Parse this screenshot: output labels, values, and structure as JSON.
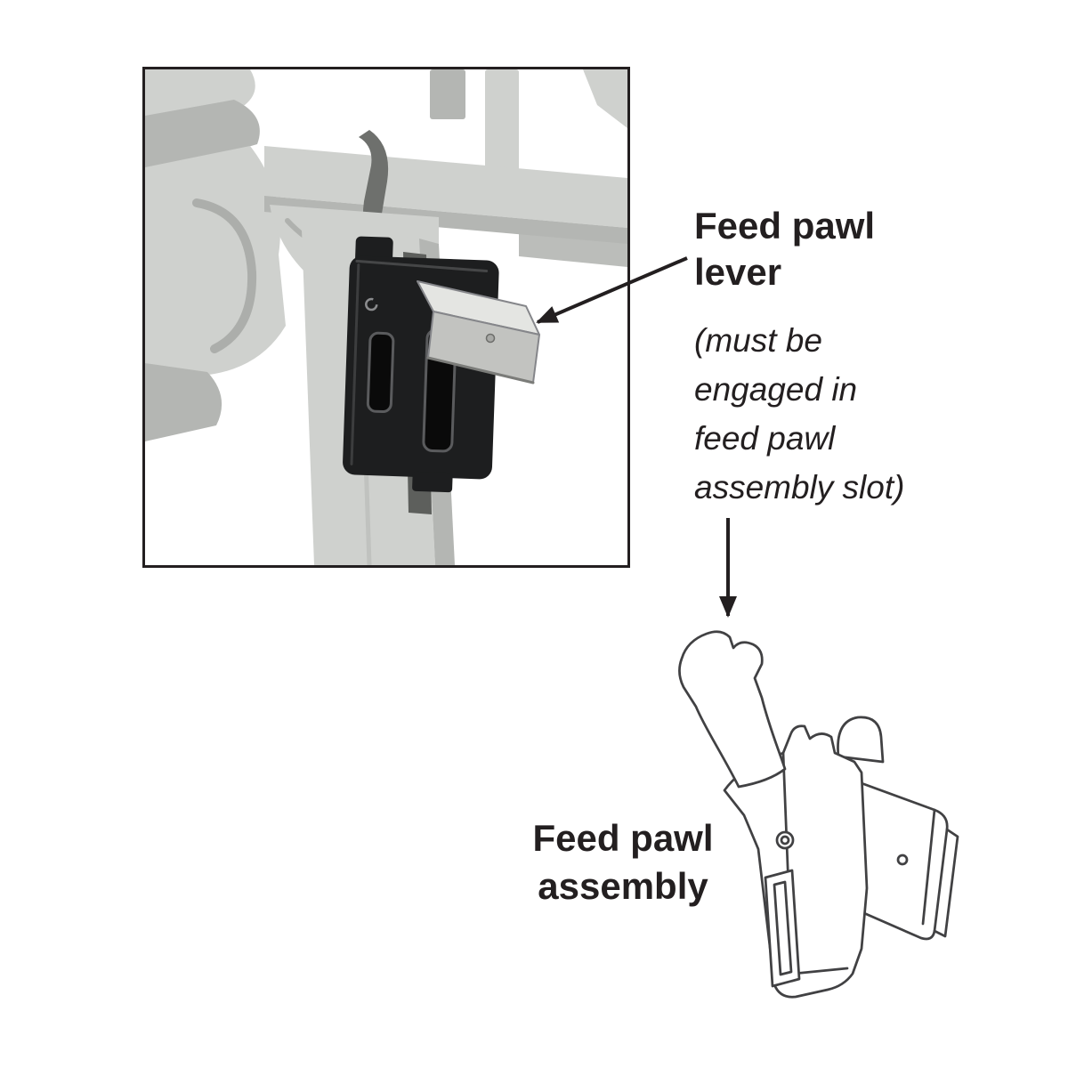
{
  "annotations": {
    "feed_pawl_lever": {
      "title_lines": [
        "Feed pawl",
        "lever"
      ],
      "note_lines": [
        "(must be",
        "engaged in",
        "feed pawl",
        "assembly slot)"
      ]
    },
    "feed_pawl_assembly": {
      "label_lines": [
        "Feed pawl",
        "assembly"
      ]
    }
  },
  "colors": {
    "background": "#ffffff",
    "text": "#231f20",
    "arrow": "#231f20",
    "frame_border": "#231f20",
    "plastic_light": "#cfd1ce",
    "plastic_mid": "#b4b6b3",
    "plastic_dark": "#8f918e",
    "plastic_shadow": "#6e706d",
    "pawl_black": "#1d1e1f",
    "pawl_edge": "#4e4f51",
    "lever_light": "#e4e5e2",
    "lever_mid": "#c2c3c0",
    "lever_edge": "#85868a",
    "drawing_stroke": "#414143"
  }
}
